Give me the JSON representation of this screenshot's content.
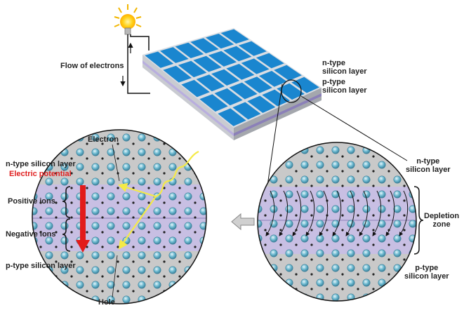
{
  "colors": {
    "bulb_glow": "#ffd21a",
    "panel_cell": "#1a86cf",
    "panel_grid": "#e8eef5",
    "panel_side_light": "#e6e6ec",
    "panel_layer_n": "#d9d3ea",
    "panel_layer_p": "#b9aede",
    "panel_bottom": "#c9cbd1",
    "circle_bg": "#c9c9c9",
    "depletion_band": "#c8bfe3",
    "ion": "#5aa9c2",
    "light_ray": "#f4ea47",
    "potential_arrow": "#e21b1b",
    "hollow_arrow": "#d0d0d0"
  },
  "labels": {
    "flow_of_electrons": "Flow of electrons",
    "panel_n_type": [
      "n-type",
      "silicon layer"
    ],
    "panel_p_type": [
      "p-type",
      "silicon layer"
    ],
    "electron": "Electron",
    "n_type_silicon_layer": "n-type silicon layer",
    "electric_potential": "Electric potential",
    "positive_ions": "Positive ions",
    "negative_ions": "Negative ions",
    "p_type_silicon_layer": "p-type silicon layer",
    "hole": "Hole",
    "right_n_type": [
      "n-type",
      "silicon layer"
    ],
    "depletion_zone": [
      "Depletion",
      "zone"
    ],
    "right_p_type": [
      "p-type",
      "silicon layer"
    ]
  },
  "icons": {
    "bulb": "light-bulb-icon",
    "up_arrow": "up-arrow-icon",
    "magnifier": "magnifier-ellipse-icon",
    "transition": "left-arrow-icon"
  }
}
